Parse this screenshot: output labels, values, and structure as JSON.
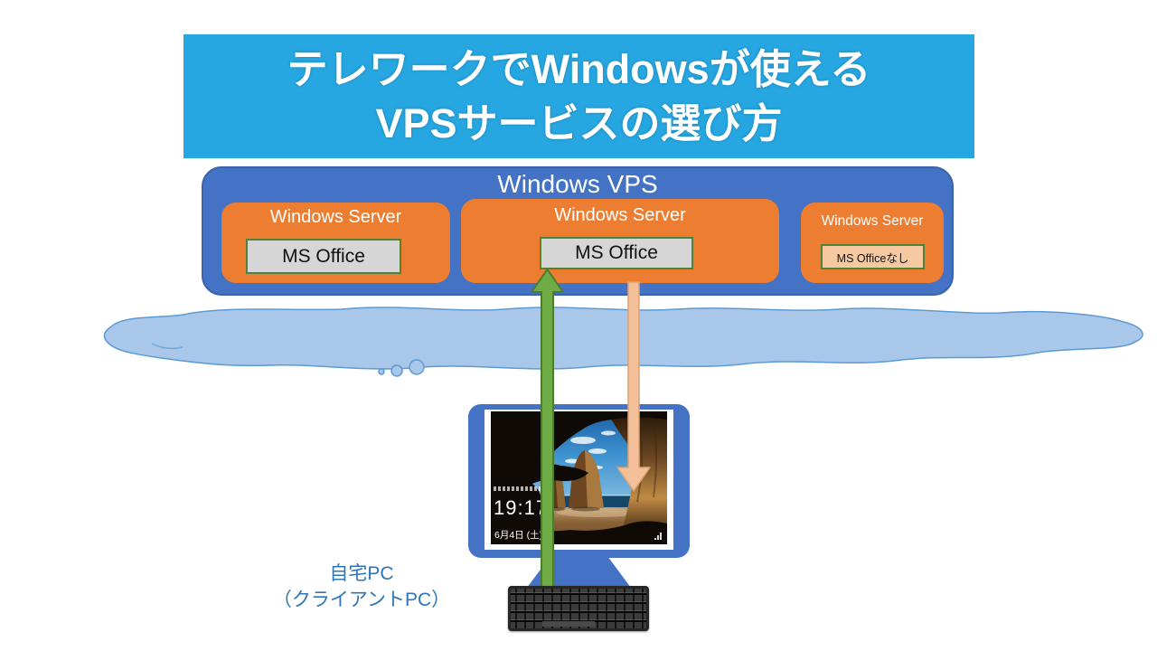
{
  "title": {
    "line1": "テレワークでWindowsが使える",
    "line2": "VPSサービスの選び方"
  },
  "vps": {
    "label": "Windows VPS",
    "servers": [
      {
        "name": "Windows Server",
        "software": "MS Office"
      },
      {
        "name": "Windows Server",
        "software": "MS Office"
      },
      {
        "name": "Windows Server",
        "software": "MS Officeなし"
      }
    ]
  },
  "client_pc": {
    "line1": "自宅PC",
    "line2": "（クライアントPC）"
  },
  "lock_screen": {
    "time": "19:17",
    "date": "6月4日 (土)"
  },
  "icons": {
    "cloud": "internet-cloud",
    "upload_arrow": "upload-arrow",
    "download_arrow": "download-arrow",
    "network": "network-status-icon"
  },
  "colors": {
    "banner_bg": "#27A7E1",
    "vps_box": "#4472C4",
    "server_box": "#ED7D31",
    "office_gray": "#D6D6D6",
    "office_peach": "#F6C9A2",
    "office_border": "#548235",
    "upload_arrow": "#6FAC46",
    "upload_arrow_stroke": "#4E7A31",
    "download_arrow": "#F4C09A",
    "download_arrow_stroke": "#D9A377",
    "cloud_fill": "#A9C7E9",
    "cloud_stroke": "#5B9BD5",
    "monitor_blue": "#4472C4",
    "client_text": "#2E75B6"
  }
}
